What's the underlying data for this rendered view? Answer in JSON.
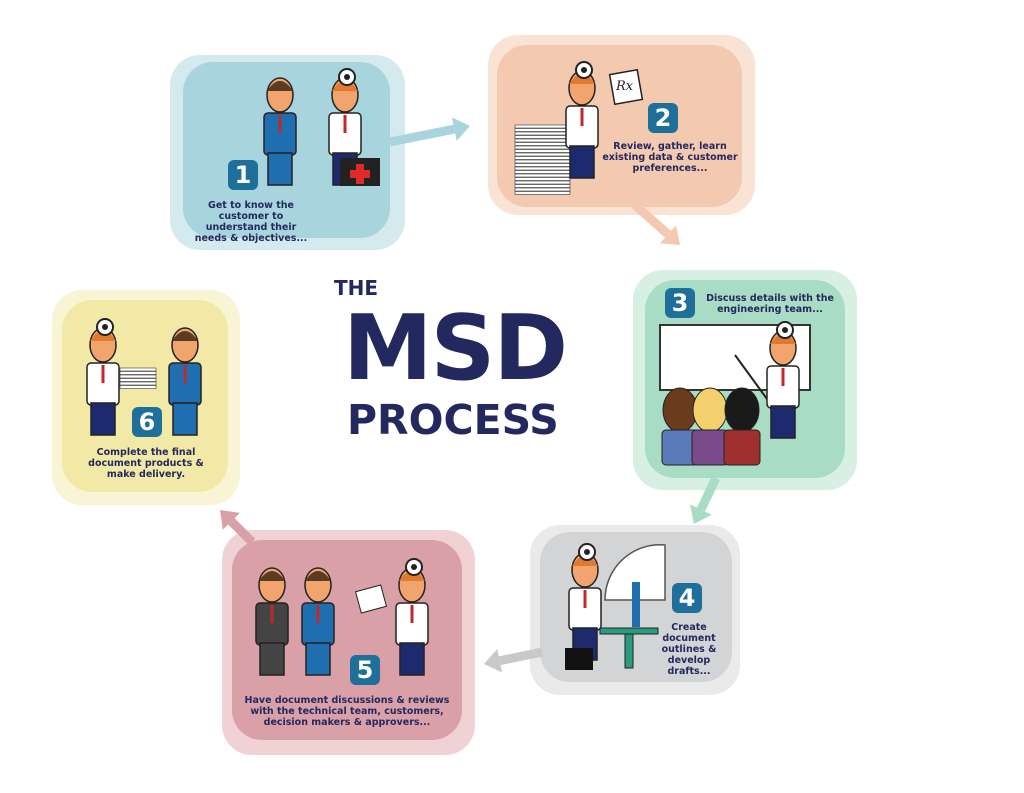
{
  "title": {
    "the": "THE",
    "main": "MSD",
    "sub": "PROCESS",
    "color": "#23285e"
  },
  "steps": [
    {
      "number": "1",
      "text": "Get to know the customer to understand their needs & objectives...",
      "color": "#a8d4de"
    },
    {
      "number": "2",
      "text": "Review, gather, learn existing data & customer preferences...",
      "color": "#f3c9b0"
    },
    {
      "number": "3",
      "text": "Discuss details with the engineering team...",
      "color": "#a8dcc4"
    },
    {
      "number": "4",
      "text": "Create document outlines & develop drafts...",
      "color": "#d3d4d6"
    },
    {
      "number": "5",
      "text": "Have document discussions & reviews with the technical team, customers, decision makers & approvers...",
      "color": "#d9a0a8"
    },
    {
      "number": "6",
      "text": "Complete the final document products & make delivery.",
      "color": "#f2e9a6"
    }
  ],
  "badge_color": "#1f6f9b",
  "illustration_labels": {
    "rx": "Rx"
  }
}
